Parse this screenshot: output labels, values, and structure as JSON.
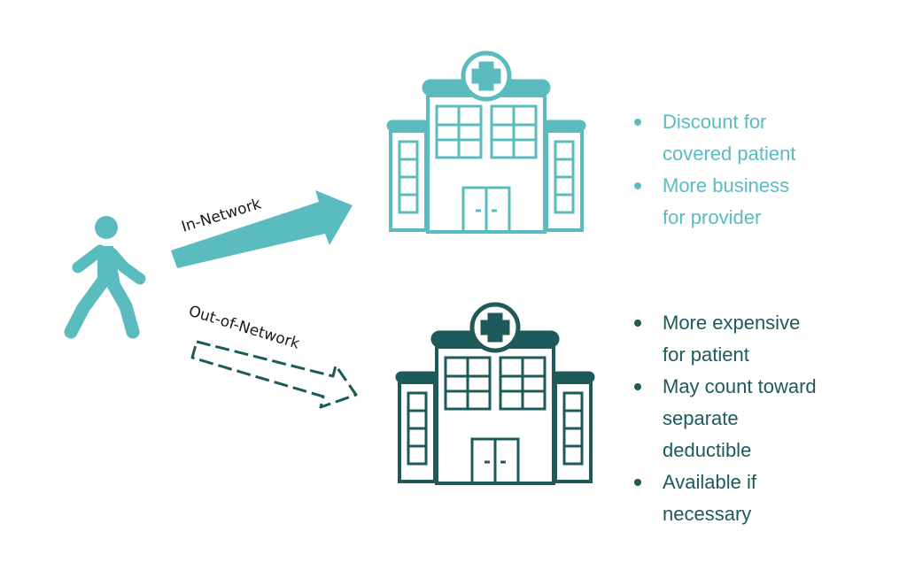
{
  "colors": {
    "in_network": "#5bbcc0",
    "out_network": "#1e5a5a",
    "label_text": "#1a1a1a"
  },
  "icons": {
    "person": "walking-person-icon",
    "in_hospital": "hospital-icon",
    "out_hospital": "hospital-icon"
  },
  "paths": {
    "in_network_label": "In-Network",
    "out_network_label": "Out-of-Network"
  },
  "in_network_benefits": [
    {
      "lines": [
        "Discount for",
        "covered patient"
      ]
    },
    {
      "lines": [
        "More business",
        "for provider"
      ]
    }
  ],
  "out_network_drawbacks": [
    {
      "lines": [
        "More expensive",
        "for patient"
      ]
    },
    {
      "lines": [
        "May count toward",
        "separate",
        "deductible"
      ]
    },
    {
      "lines": [
        "Available if",
        "necessary"
      ]
    }
  ]
}
